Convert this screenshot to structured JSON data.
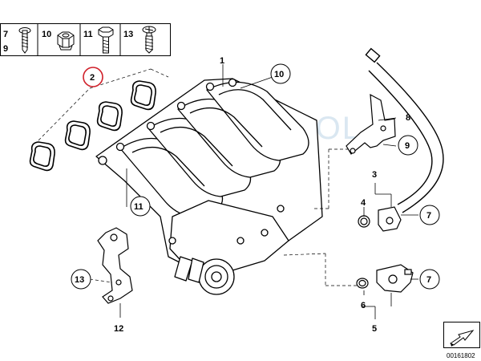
{
  "legend": {
    "items": [
      {
        "top": "7",
        "bottom": "9",
        "icon": "screw-icon"
      },
      {
        "top": "10",
        "bottom": "",
        "icon": "nut-icon"
      },
      {
        "top": "11",
        "bottom": "",
        "icon": "bolt-icon"
      },
      {
        "top": "13",
        "bottom": "",
        "icon": "stud-screw-icon"
      }
    ]
  },
  "callouts": {
    "c1": "1",
    "c2": "2",
    "c3": "3",
    "c4": "4",
    "c5": "5",
    "c6": "6",
    "c7a": "7",
    "c7b": "7",
    "c8": "8",
    "c9": "9",
    "c10": "10",
    "c11": "11",
    "c12": "12",
    "c13": "13"
  },
  "watermark": "SOL",
  "part_number": "00161802",
  "colors": {
    "highlight_circle": "#d0202a",
    "line": "#000000",
    "watermark": "#bcd4e6"
  }
}
